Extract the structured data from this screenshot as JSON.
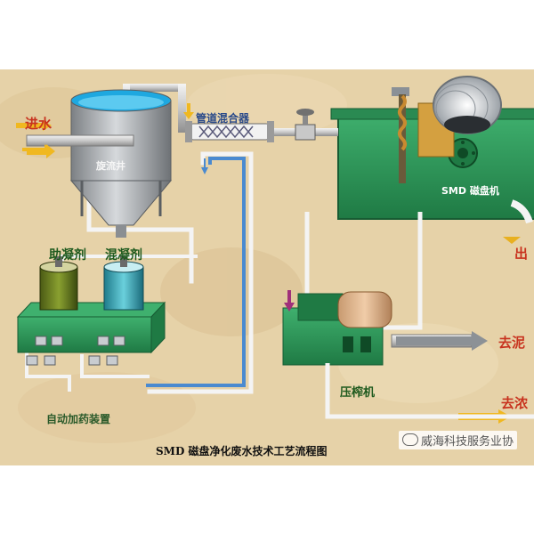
{
  "labels": {
    "inlet": "进水",
    "swirl_well": "旋流井",
    "pipe_mixer": "管道混合器",
    "coagulant_aid": "助凝剂",
    "coagulant": "混凝剂",
    "smd_machine": "SMD 磁盘机",
    "outlet": "出",
    "press": "压榨机",
    "to_1": "去泥",
    "to_2": "去浓",
    "auto_dosing": "自动加药装置"
  },
  "caption": "SMD 磁盘净化废水技术工艺流程图",
  "watermark": "威海科技服务业协",
  "colors": {
    "background": "#e6d2a8",
    "machine_green": "#2e9a5c",
    "water_blue": "#4aa8d8",
    "tank_gray": "#a8acb0",
    "label_red": "#c8321e",
    "label_green": "#1e5a1e"
  }
}
